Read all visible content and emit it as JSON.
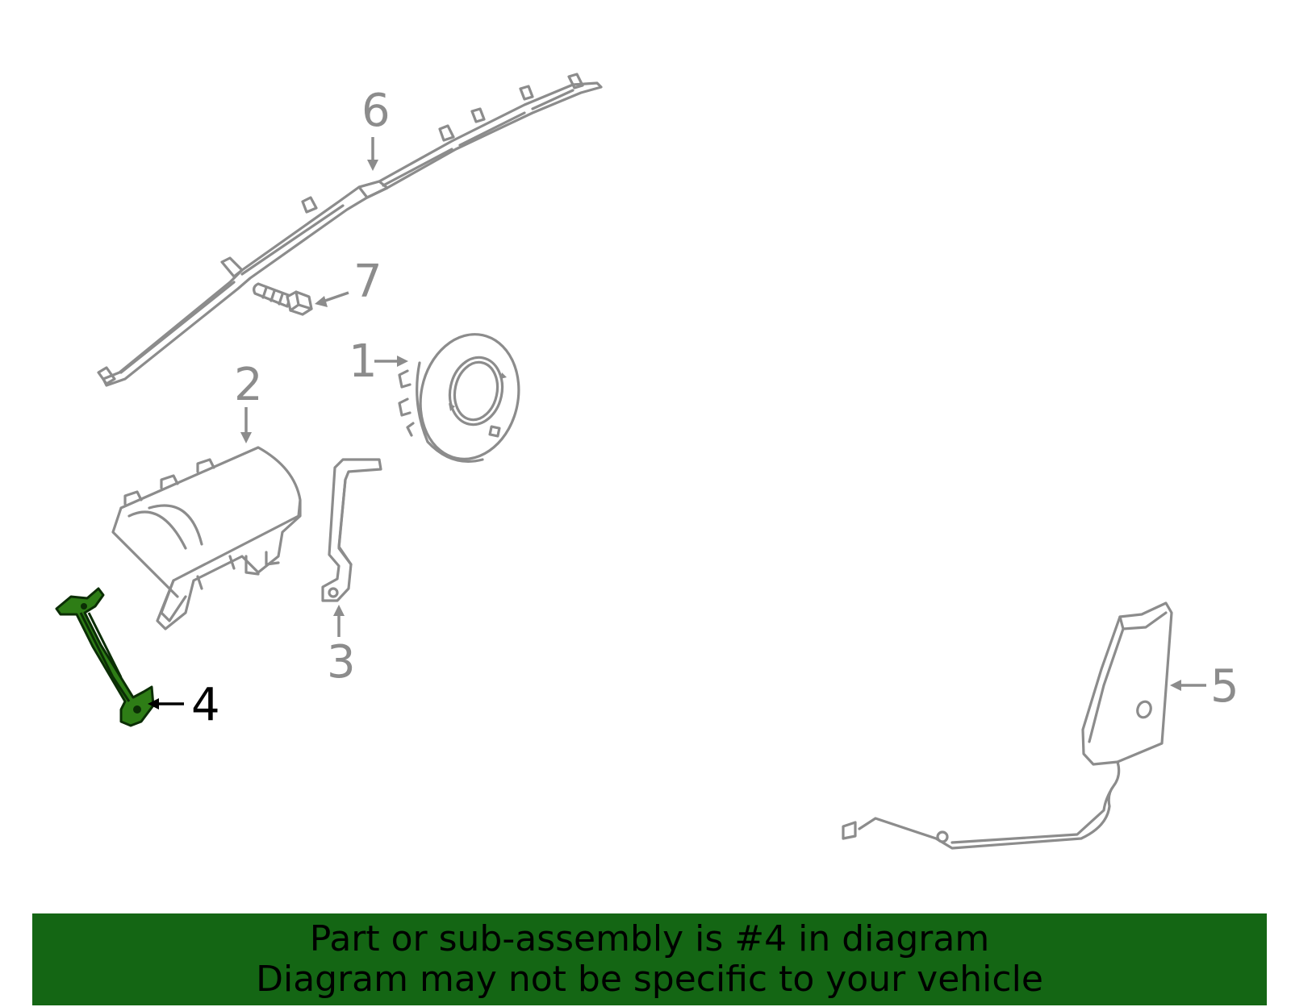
{
  "diagram": {
    "callouts": [
      {
        "id": "1",
        "label": "1",
        "selected": false
      },
      {
        "id": "2",
        "label": "2",
        "selected": false
      },
      {
        "id": "3",
        "label": "3",
        "selected": false
      },
      {
        "id": "4",
        "label": "4",
        "selected": true
      },
      {
        "id": "5",
        "label": "5",
        "selected": false
      },
      {
        "id": "6",
        "label": "6",
        "selected": false
      },
      {
        "id": "7",
        "label": "7",
        "selected": false
      }
    ],
    "highlight_color": "#2e7d16",
    "line_color": "#8c8c8c"
  },
  "banner": {
    "line1": "Part or sub-assembly is #4 in diagram",
    "line2": "Diagram may not be specific to your vehicle",
    "background": "#146614"
  }
}
